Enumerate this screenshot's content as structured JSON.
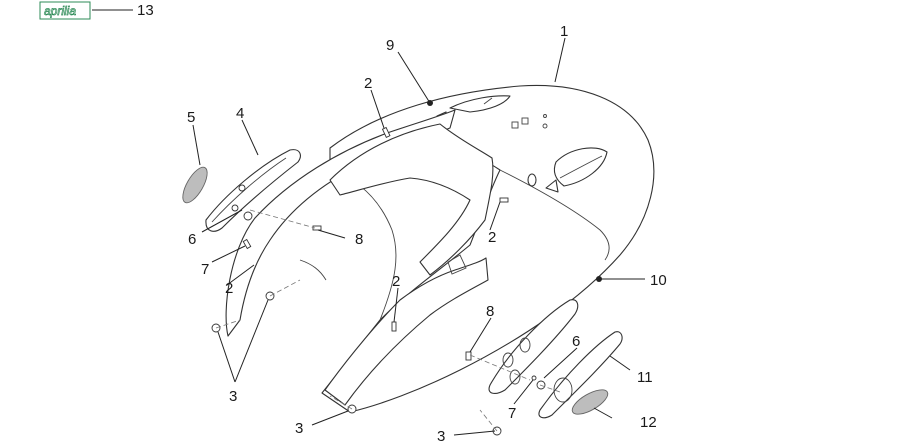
{
  "logo": {
    "text": "aprilia"
  },
  "callouts": {
    "c1": "1",
    "c2a": "2",
    "c2b": "2",
    "c2c": "2",
    "c2d": "2",
    "c3a": "3",
    "c3b": "3",
    "c3c": "3",
    "c4": "4",
    "c5": "5",
    "c6a": "6",
    "c6b": "6",
    "c7a": "7",
    "c7b": "7",
    "c8a": "8",
    "c8b": "8",
    "c9": "9",
    "c10": "10",
    "c11": "11",
    "c12": "12",
    "c13": "13"
  },
  "colors": {
    "line": "#333333",
    "logo": "#2e8b57",
    "lens": "#bdbdbd"
  }
}
